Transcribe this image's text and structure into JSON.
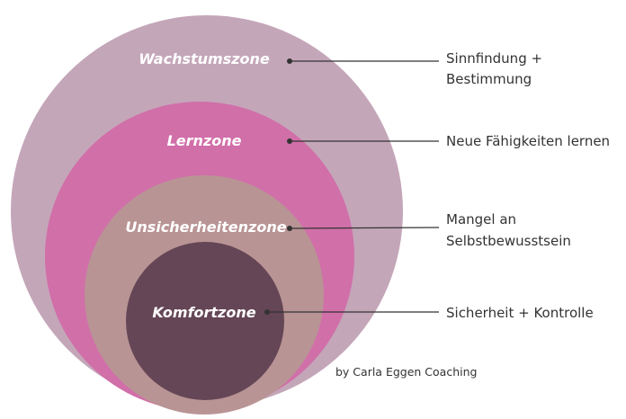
{
  "zones": [
    {
      "id": "wachstumszone",
      "label": "Wachstumszone",
      "description": [
        "Sinnfindung +",
        "Bestimmung"
      ],
      "color": "#c4a6b9"
    },
    {
      "id": "lernzone",
      "label": "Lernzone",
      "description": [
        "Neue Fähigkeiten lernen"
      ],
      "color": "#d16fa9"
    },
    {
      "id": "unsicherheitenzone",
      "label": "Unsicherheitenzone",
      "description": [
        "Mangel an",
        "Selbstbewusstsein"
      ],
      "color": "#b99495"
    },
    {
      "id": "komfortzone",
      "label": "Komfortzone",
      "description": [
        "Sicherheit + Kontrolle"
      ],
      "color": "#654656"
    }
  ],
  "credit": "by Carla Eggen Coaching"
}
